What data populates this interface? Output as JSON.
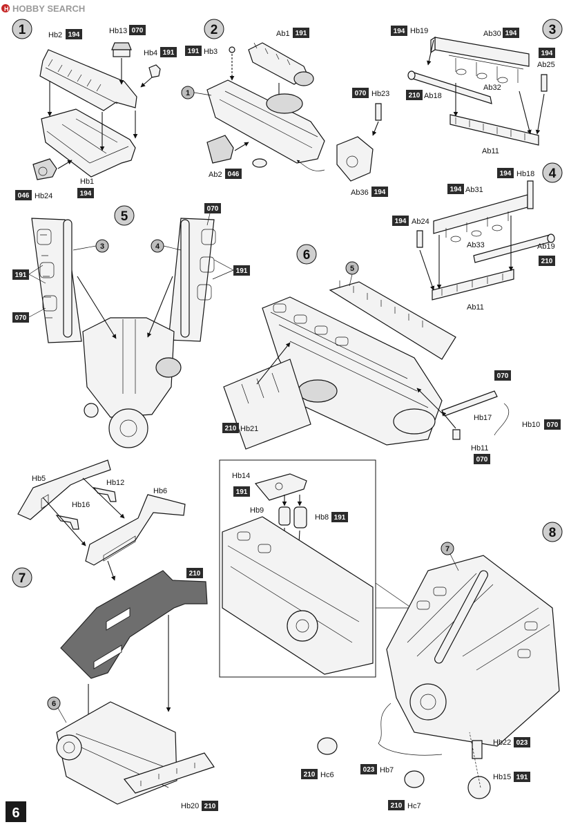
{
  "watermark": "HOBBY SEARCH",
  "page_number": "6",
  "steps": {
    "s1": {
      "number": "1",
      "labels": {
        "hb2": "Hb2",
        "hb13": "Hb13",
        "hb4": "Hb4",
        "hb1": "Hb1",
        "hb24": "Hb24"
      },
      "codes": {
        "hb2": "194",
        "hb13": "070",
        "hb4": "191",
        "hb1": "194",
        "hb24": "046"
      }
    },
    "s2": {
      "number": "2",
      "sub_step": "1",
      "labels": {
        "hb3": "Hb3",
        "ab1": "Ab1",
        "hb23": "Hb23",
        "ab2": "Ab2",
        "ab36": "Ab36"
      },
      "codes": {
        "hb3": "191",
        "ab1": "191",
        "hb23": "070",
        "ab2": "046",
        "ab36": "194"
      }
    },
    "s3": {
      "number": "3",
      "labels": {
        "hb19": "Hb19",
        "ab30": "Ab30",
        "ab25": "Ab25",
        "ab32": "Ab32",
        "ab18": "Ab18",
        "ab11": "Ab11"
      },
      "codes": {
        "hb19": "194",
        "ab30": "194",
        "ab25": "194",
        "ab18": "210"
      }
    },
    "s4": {
      "number": "4",
      "labels": {
        "hb18": "Hb18",
        "ab31": "Ab31",
        "ab24": "Ab24",
        "ab33": "Ab33",
        "ab19": "Ab19",
        "ab11": "Ab11"
      },
      "codes": {
        "hb18": "194",
        "ab31": "194",
        "ab24": "194",
        "ab19": "210"
      }
    },
    "s5": {
      "number": "5",
      "sub_steps": [
        "3",
        "4"
      ],
      "codes": {
        "left_191": "191",
        "left_070": "070",
        "right_070": "070",
        "right_191": "191"
      }
    },
    "s6": {
      "number": "6",
      "sub_step": "5",
      "labels": {
        "hb21": "Hb21",
        "hb17": "Hb17",
        "hb10": "Hb10",
        "hb11": "Hb11"
      },
      "codes": {
        "hb21": "210",
        "hb17": "070",
        "hb10": "070",
        "hb11": "070"
      }
    },
    "s7": {
      "number": "7",
      "sub_step": "6",
      "labels": {
        "hb5": "Hb5",
        "hb12": "Hb12",
        "hb16": "Hb16",
        "hb6": "Hb6",
        "hb20": "Hb20"
      },
      "codes": {
        "frame": "210",
        "hb20": "210"
      }
    },
    "s8": {
      "number": "8",
      "sub_step": "7",
      "labels": {
        "hb14": "Hb14",
        "hb9": "Hb9",
        "hb8": "Hb8",
        "hc6": "Hc6",
        "hb7": "Hb7",
        "hc7": "Hc7",
        "hb22": "Hb22",
        "hb15": "Hb15"
      },
      "codes": {
        "hb14": "191",
        "hb8": "191",
        "hc6": "210",
        "hb7": "023",
        "hc7": "210",
        "hb22": "023",
        "hb15": "191"
      }
    }
  },
  "colors": {
    "code_box": "#2b2b2b",
    "step_circle": "#cfcfcf",
    "frame_part": "#6e6e6e"
  }
}
